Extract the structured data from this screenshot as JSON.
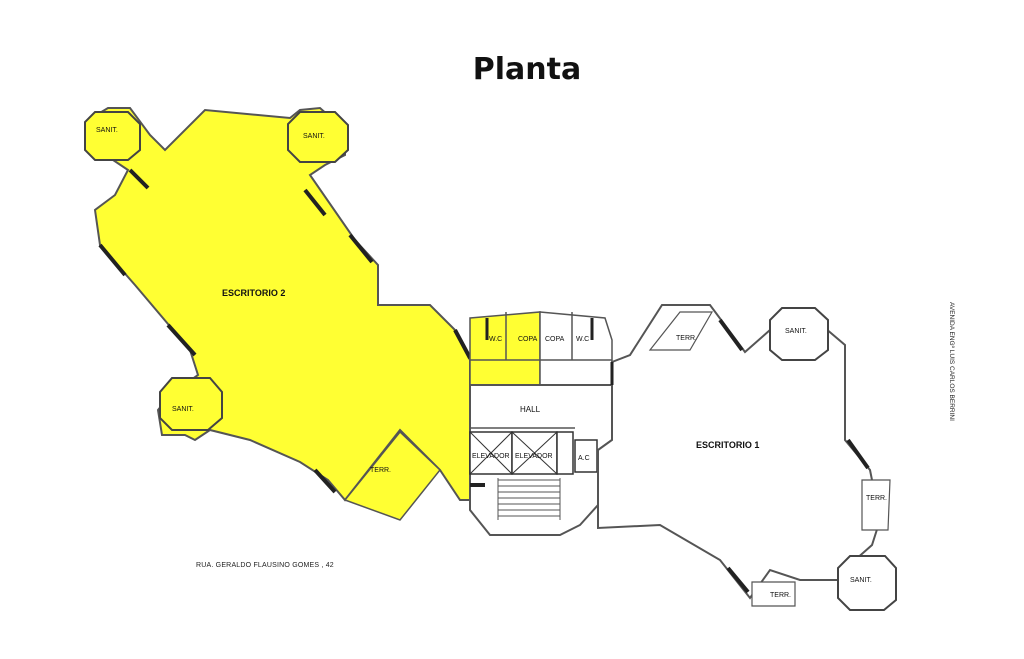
{
  "title": "Planta",
  "colors": {
    "leased": "#ffff33",
    "wall": "#555555",
    "window": "#222222"
  },
  "rooms": {
    "escritorio2": "ESCRITORIO  2",
    "escritorio1": "ESCRITORIO  1",
    "hall": "HALL",
    "elevador_a": "ELEVADOR",
    "elevador_b": "ELEVADOR",
    "ac": "A.C",
    "wc_left": "W.C",
    "copa_left": "COPA",
    "copa_right": "COPA",
    "wc_right": "W.C",
    "sanit_1": "SANIT.",
    "sanit_2": "SANIT.",
    "sanit_3": "SANIT.",
    "sanit_4": "SANIT.",
    "sanit_5": "SANIT.",
    "terr_1": "TERR.",
    "terr_2": "TERR.",
    "terr_3": "TERR.",
    "terr_4": "TERR."
  },
  "street": "RUA. GERALDO FLAUSINO GOMES , 42",
  "avenue": "AVENIDA ENGº LUIS CARLOS BERRINI"
}
